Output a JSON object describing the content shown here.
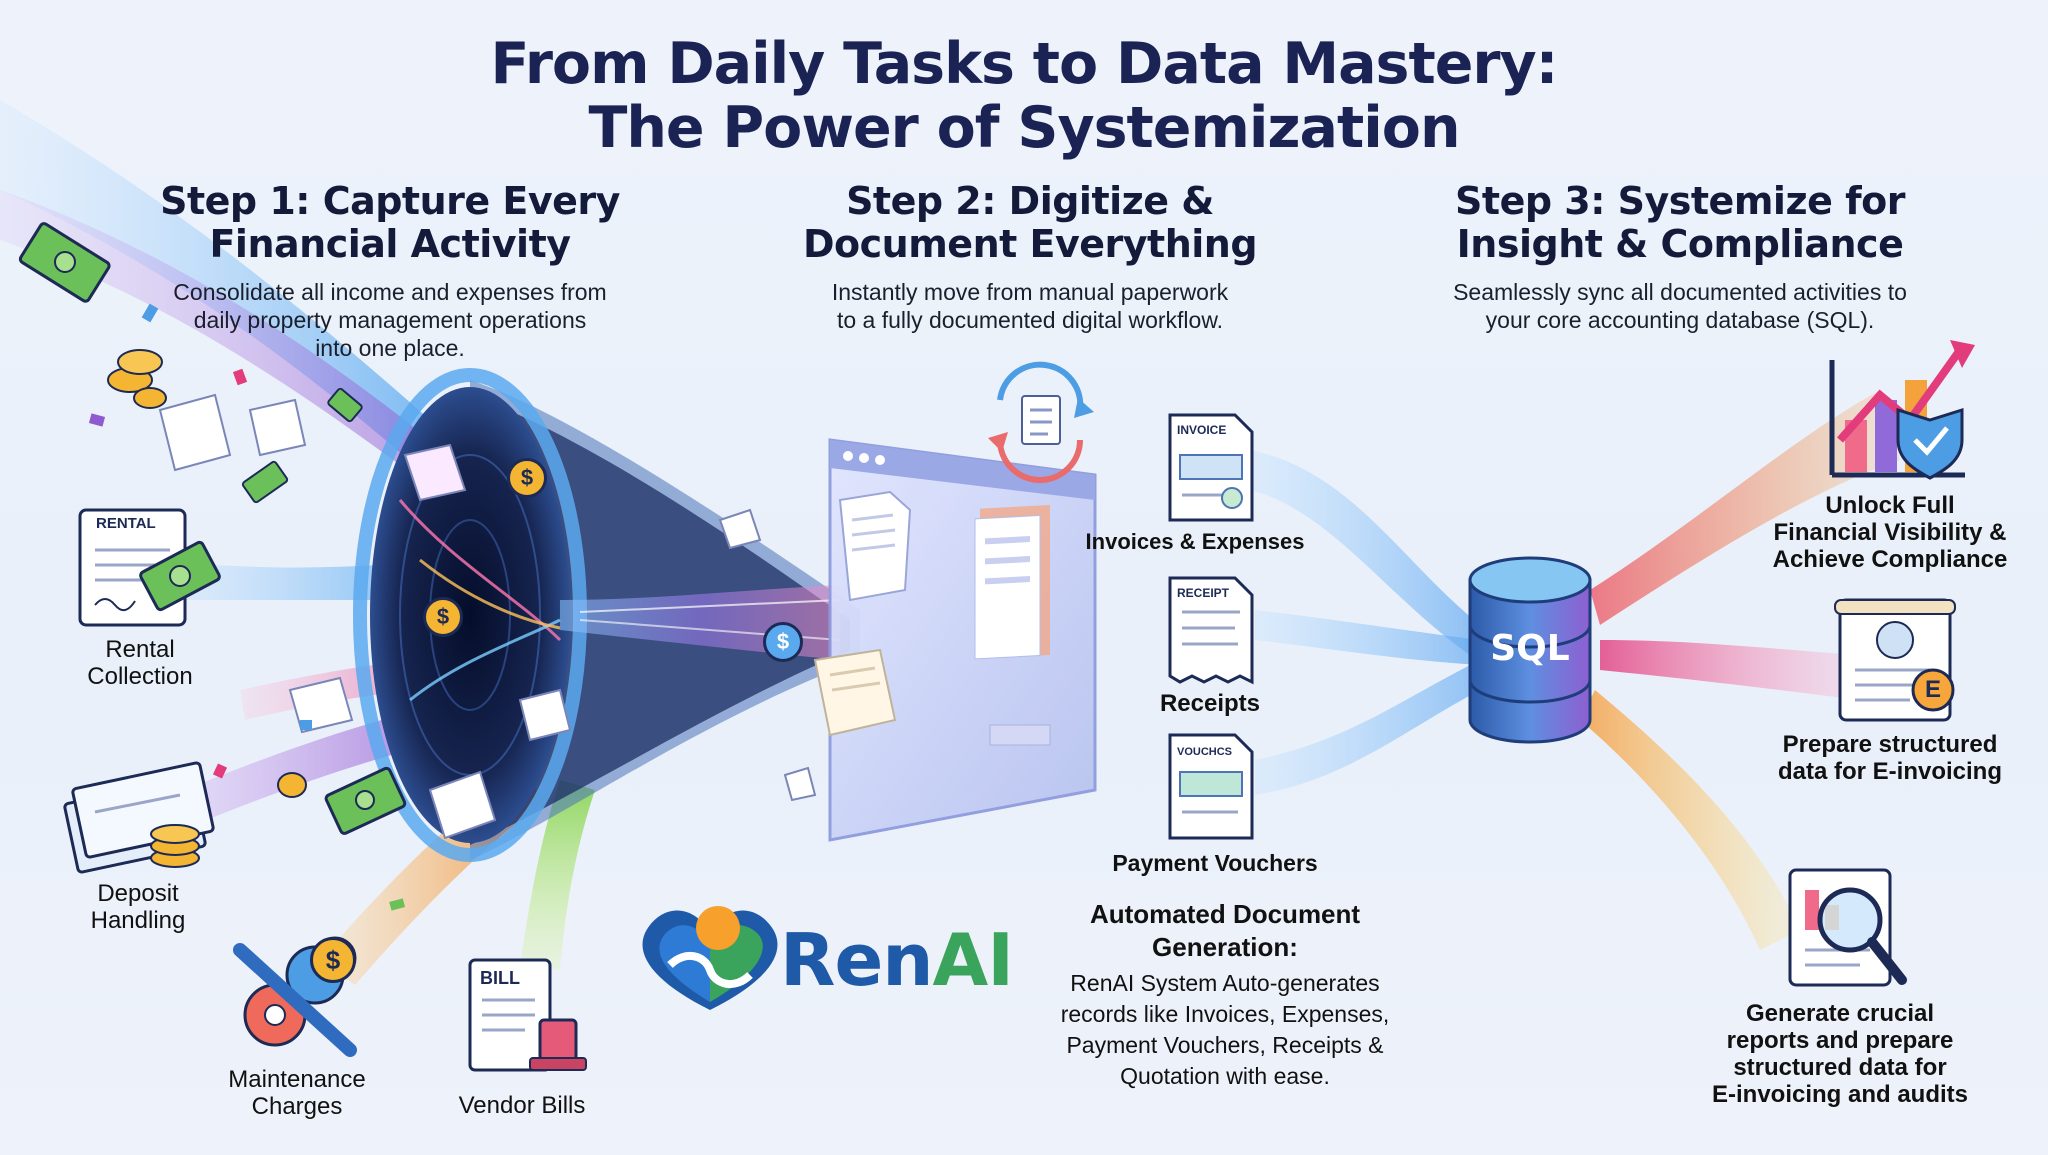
{
  "header": {
    "title_line1": "From Daily Tasks to Data Mastery:",
    "title_line2": "The Power of Systemization"
  },
  "steps": [
    {
      "title_line1": "Step 1: Capture Every",
      "title_line2": "Financial Activity",
      "desc_line1": "Consolidate all income and expenses from",
      "desc_line2": "daily property management operations",
      "desc_line3": "into one place."
    },
    {
      "title_line1": "Step 2: Digitize &",
      "title_line2": "Document Everything",
      "desc_line1": "Instantly move from manual paperwork",
      "desc_line2": "to a fully documented digital workflow."
    },
    {
      "title_line1": "Step 3: Systemize for",
      "title_line2": "Insight & Compliance",
      "desc_line1": "Seamlessly sync all documented activities to",
      "desc_line2": "your core accounting database (SQL)."
    }
  ],
  "sources": {
    "rental_icon_text": "RENTAL",
    "rental_line1": "Rental",
    "rental_line2": "Collection",
    "deposit_line1": "Deposit",
    "deposit_line2": "Handling",
    "maintenance_line1": "Maintenance",
    "maintenance_line2": "Charges",
    "bill_icon_text": "BILL",
    "vendor_label": "Vendor Bills"
  },
  "documents": {
    "invoice_icon_text": "INVOICE",
    "invoice_label": "Invoices & Expenses",
    "receipt_icon_text": "RECEIPT",
    "receipt_label": "Receipts",
    "voucher_icon_text": "VOUCHCS",
    "voucher_label": "Payment Vouchers"
  },
  "automation": {
    "title_line1": "Automated Document",
    "title_line2": "Generation:",
    "body_line1": "RenAI System Auto-generates",
    "body_line2": "records like Invoices, Expenses,",
    "body_line3": "Payment Vouchers, Receipts &",
    "body_line4": "Quotation with ease."
  },
  "logo": {
    "text_main": "Ren",
    "text_accent": "AI"
  },
  "database": {
    "label": "SQL"
  },
  "outcomes": {
    "visibility_line1": "Unlock Full",
    "visibility_line2": "Financial Visibility &",
    "visibility_line3": "Achieve Compliance",
    "einvoice_icon_text": "E",
    "einvoice_line1": "Prepare structured",
    "einvoice_line2": "data for E-invoicing",
    "reports_line1": "Generate crucial",
    "reports_line2": "reports and prepare",
    "reports_line3": "structured data for",
    "reports_line4": "E-invoicing and audits"
  },
  "coin_symbol": "$",
  "colors": {
    "title": "#1a2353",
    "funnel_dark": "#101a3c",
    "funnel_ring": "#3f8fd8",
    "stream_blue": "#5aa9ef",
    "stream_purple": "#a86bd9",
    "stream_orange": "#f4a23c",
    "stream_green": "#8ed24a",
    "stream_pink": "#ec5a9a",
    "sql_top": "#7fc8f5",
    "sql_body": "#3a6fc4",
    "money_green": "#5cbf4a",
    "coin_gold": "#f4b533",
    "logo_blue": "#1e5aa8",
    "logo_green": "#3aa35c"
  }
}
